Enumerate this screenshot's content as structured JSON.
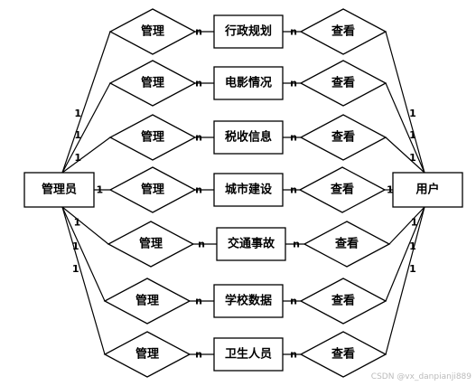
{
  "admin": {
    "label": "管理员"
  },
  "user": {
    "label": "用户"
  },
  "rows": [
    {
      "manage": "管理",
      "entity": "行政规划",
      "view": "查看",
      "card_admin": "1",
      "card_entity_left": "n",
      "card_entity_right": "n",
      "card_user": "1"
    },
    {
      "manage": "管理",
      "entity": "电影情况",
      "view": "查看",
      "card_admin": "1",
      "card_entity_left": "n",
      "card_entity_right": "n",
      "card_user": "1"
    },
    {
      "manage": "管理",
      "entity": "税收信息",
      "view": "查看",
      "card_admin": "1",
      "card_entity_left": "n",
      "card_entity_right": "n",
      "card_user": "1"
    },
    {
      "manage": "管理",
      "entity": "城市建设",
      "view": "查看",
      "card_admin": "1",
      "card_entity_left": "n",
      "card_entity_right": "n",
      "card_user": "1"
    },
    {
      "manage": "管理",
      "entity": "交通事故",
      "view": "查看",
      "card_admin": "1",
      "card_entity_left": "n",
      "card_entity_right": "n",
      "card_user": "1"
    },
    {
      "manage": "管理",
      "entity": "学校数据",
      "view": "查看",
      "card_admin": "1",
      "card_entity_left": "n",
      "card_entity_right": "n",
      "card_user": "1"
    },
    {
      "manage": "管理",
      "entity": "卫生人员",
      "view": "查看",
      "card_admin": "1",
      "card_entity_left": "n",
      "card_entity_right": "n",
      "card_user": "1"
    }
  ],
  "watermark": "CSDN @vx_danpianji889"
}
